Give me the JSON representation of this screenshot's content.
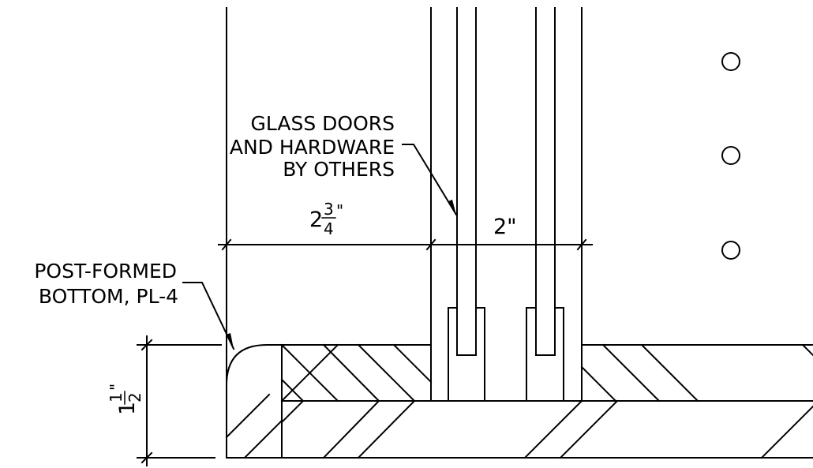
{
  "callouts": {
    "glass_doors": {
      "line1": "GLASS DOORS",
      "line2": "AND HARDWARE",
      "line3": "BY OTHERS"
    },
    "post_formed": {
      "line1": "POST-FORMED",
      "line2": "BOTTOM, PL-4"
    }
  },
  "dimensions": {
    "base_width": {
      "whole": "2",
      "numerator": "3",
      "denominator": "4",
      "unit": "\""
    },
    "door_gap": {
      "text": "2\""
    },
    "thickness": {
      "whole": "1",
      "numerator": "1",
      "denominator": "2",
      "unit": "\""
    }
  }
}
